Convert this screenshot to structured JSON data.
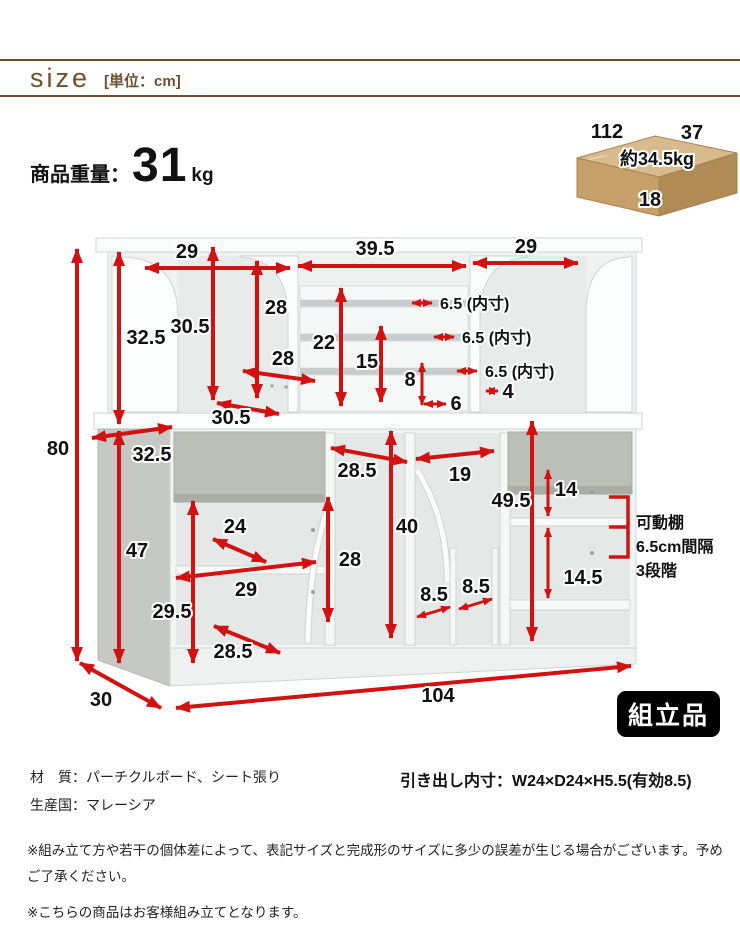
{
  "header": {
    "title": "size",
    "unit": "[単位：cm]"
  },
  "weight": {
    "label": "商品重量：",
    "value": "31",
    "unit": "kg"
  },
  "package_box": {
    "width": "112",
    "depth": "37",
    "weight": "約34.5kg",
    "height": "18"
  },
  "dims": {
    "overall_height": "80",
    "overall_width": "104",
    "overall_depth": "30",
    "hutch_height": "32.5",
    "hutch_left_inner_height": "30.5",
    "hutch_left_width": "29",
    "hutch_left_inner_v": "28",
    "hutch_left_inner_w": "28",
    "hutch_left_bottom_depth": "30.5",
    "hutch_mid_width": "39.5",
    "hutch_right_width": "29",
    "rack_height": "22",
    "rack_inner_height": "15",
    "rack_step_height": "8",
    "rack_step_depth": "6",
    "rack_gap": "4",
    "rack_slot_a": "6.5 (内寸)",
    "rack_slot_b": "6.5 (内寸)",
    "rack_slot_c": "6.5 (内寸)",
    "counter_depth": "32.5",
    "base_side_height": "47",
    "base_lower_height": "29.5",
    "shelf_upper_width": "24",
    "shelf_width": "29",
    "base_inner_v": "28",
    "base_bottom_width": "28.5",
    "base_mid_width": "28.5",
    "base_mid_inner_width": "19",
    "base_mid_height": "40",
    "base_right_height": "49.5",
    "right_upper_height": "14",
    "right_lower_height": "14.5",
    "slot_a": "8.5",
    "slot_b": "8.5"
  },
  "movable_shelf": {
    "line1": "可動棚",
    "line2": "6.5cm間隔",
    "line3": "3段階"
  },
  "assembly_badge": "組立品",
  "specs": {
    "material": "材　質：パーチクルボード、シート張り",
    "country": "生産国：マレーシア",
    "drawer_inner": "引き出し内寸：W24×D24×H5.5(有効8.5)"
  },
  "notes": {
    "note1": "※組み立て方や若干の個体差によって、表記サイズと完成形のサイズに多少の誤差が生じる場合がございます。予めご了承ください。",
    "note2": "※こちらの商品はお客様組み立てとなります。"
  },
  "colors": {
    "accent_red": "#d01212",
    "brand_brown": "#6f4f2e",
    "badge_black": "#000000",
    "box_tan": "#c5a06a"
  }
}
